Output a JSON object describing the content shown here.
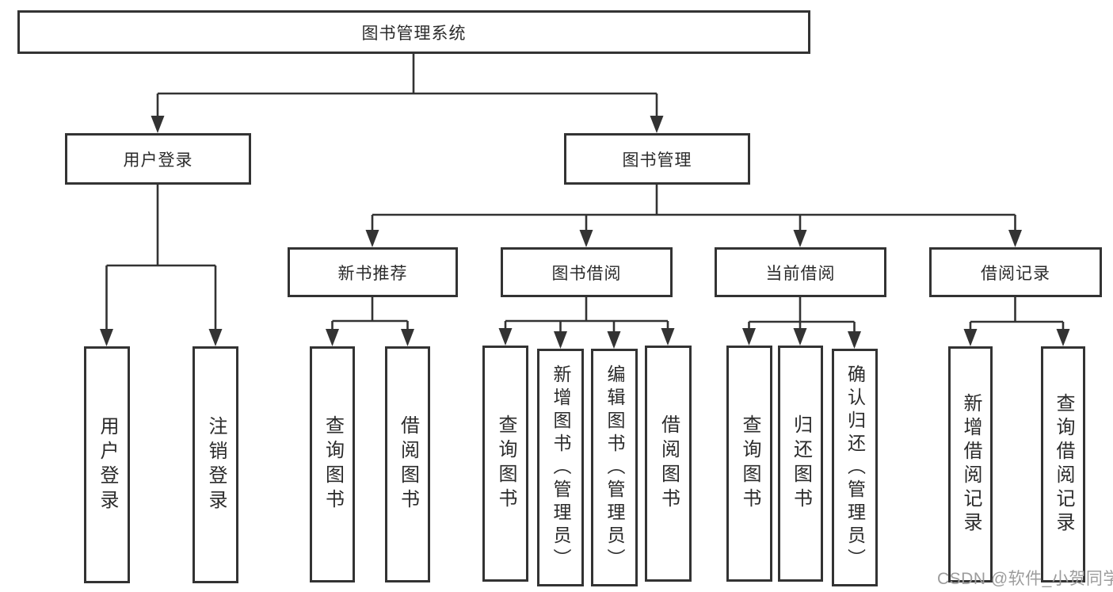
{
  "diagram_title": "图书管理系统",
  "tree": {
    "root": {
      "label": "图书管理系统"
    },
    "branches": [
      {
        "label": "用户登录",
        "children": [
          {
            "label": "用户登录"
          },
          {
            "label": "注销登录"
          }
        ]
      },
      {
        "label": "图书管理",
        "children": [
          {
            "label": "新书推荐",
            "children": [
              {
                "label": "查询图书"
              },
              {
                "label": "借阅图书"
              }
            ]
          },
          {
            "label": "图书借阅",
            "children": [
              {
                "label": "查询图书"
              },
              {
                "label": "新增图书（管理员）"
              },
              {
                "label": "编辑图书（管理员）"
              },
              {
                "label": "借阅图书"
              }
            ]
          },
          {
            "label": "当前借阅",
            "children": [
              {
                "label": "查询图书"
              },
              {
                "label": "归还图书"
              },
              {
                "label": "确认归还（管理员）"
              }
            ]
          },
          {
            "label": "借阅记录",
            "children": [
              {
                "label": "新增借阅记录"
              },
              {
                "label": "查询借阅记录"
              }
            ]
          }
        ]
      }
    ]
  },
  "watermark": {
    "text": "CSDN @软件_小贺同学"
  },
  "colors": {
    "line": "#333333",
    "box_background": "#ffffff",
    "text": "#2b2b2b",
    "watermark": "#9c9c9c"
  }
}
